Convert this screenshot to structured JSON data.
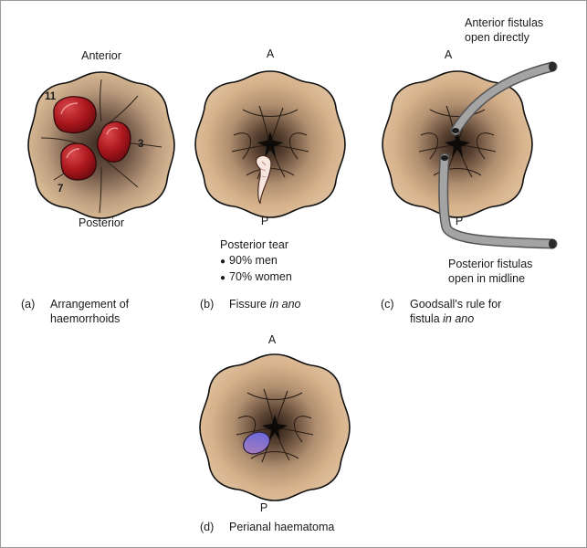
{
  "panels": {
    "a": {
      "top": "Anterior",
      "bottom": "Posterior",
      "positions": [
        "11",
        "3",
        "7"
      ],
      "caption_letter": "(a)",
      "caption_lines": [
        "Arrangement of",
        "haemorrhoids"
      ]
    },
    "b": {
      "top": "A",
      "bottom": "P",
      "note_title": "Posterior tear",
      "bullets": [
        "90% men",
        "70% women"
      ],
      "caption_letter": "(b)",
      "caption_text": "Fissure ",
      "caption_italic": "in ano"
    },
    "c": {
      "top": "A",
      "bottom": "P",
      "anterior_note": [
        "Anterior fistulas",
        "open directly"
      ],
      "posterior_note": [
        "Posterior fistulas",
        "open in midline"
      ],
      "caption_letter": "(c)",
      "caption_line1": "Goodsall's rule for",
      "caption_line2_text": "fistula ",
      "caption_line2_italic": "in ano"
    },
    "d": {
      "top": "A",
      "bottom": "P",
      "caption_letter": "(d)",
      "caption_text": "Perianal haematoma"
    }
  },
  "colors": {
    "skin": "#d9b38c",
    "skin_dark": "#3a2a20",
    "haemorrhoid": "#a8161c",
    "haematoma": "#7a6fd6",
    "fistula_tube": "#9e9e9e"
  }
}
